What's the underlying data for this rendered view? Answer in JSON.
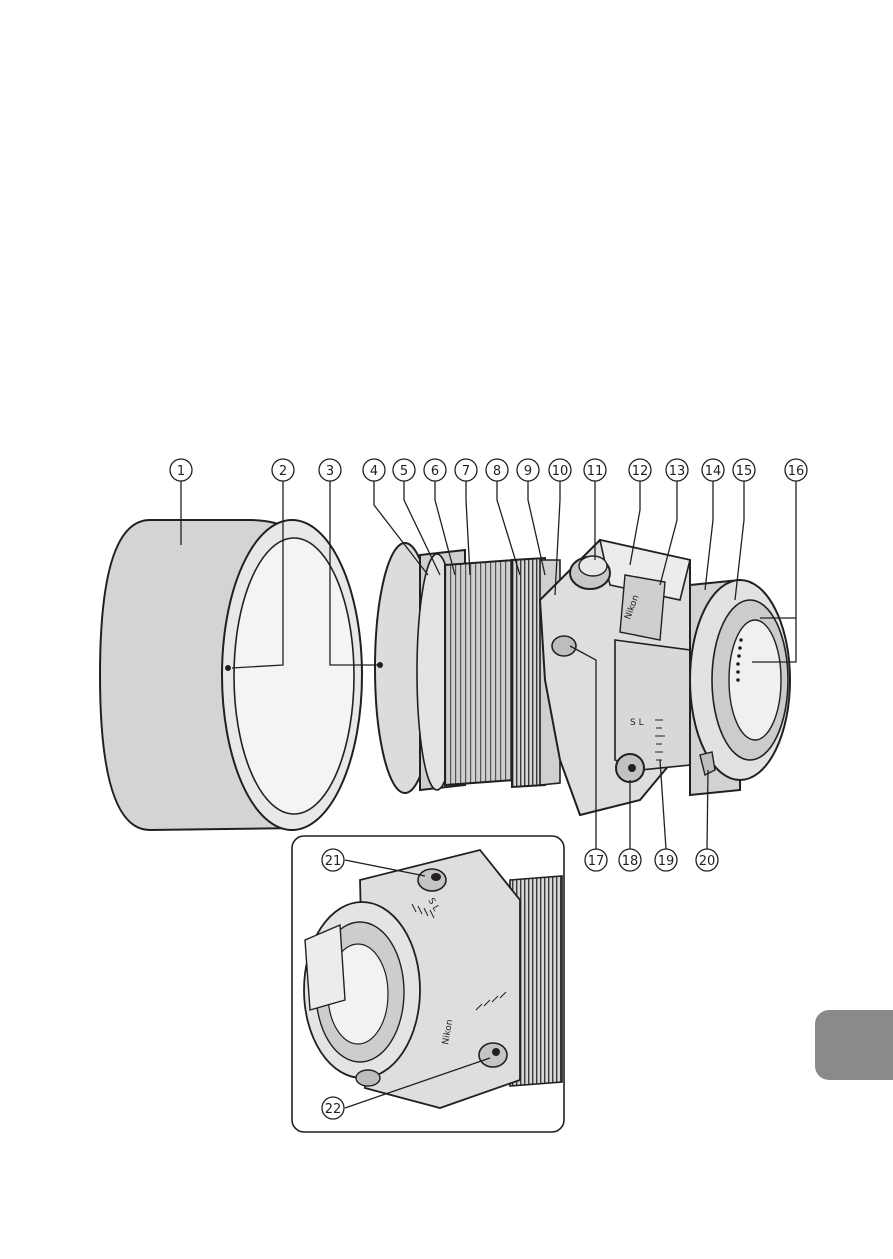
{
  "callouts": {
    "c1": "1",
    "c2": "2",
    "c3": "3",
    "c4": "4",
    "c5": "5",
    "c6": "6",
    "c7": "7",
    "c8": "8",
    "c9": "9",
    "c10": "10",
    "c11": "11",
    "c12": "12",
    "c13": "13",
    "c14": "14",
    "c15": "15",
    "c16": "16",
    "c17": "17",
    "c18": "18",
    "c19": "19",
    "c20": "20",
    "c21": "21",
    "c22": "22"
  },
  "lens_markings": {
    "brand": "Nikon",
    "shift_lock_letters": "S L"
  },
  "colors": {
    "line": "#231f20",
    "body_gray": "#d9d9d9",
    "body_light": "#ededed",
    "side_tab": "#8a8a8a"
  }
}
